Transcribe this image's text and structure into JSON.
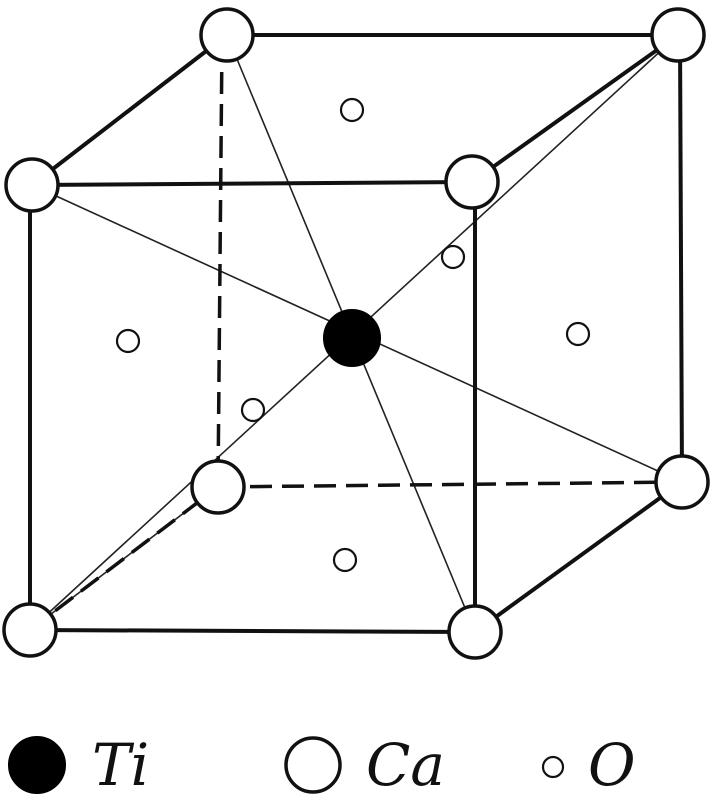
{
  "legend": [
    {
      "symbol": "filled-circle",
      "label": "Ti"
    },
    {
      "symbol": "large-open-circle",
      "label": "Ca"
    },
    {
      "symbol": "small-open-circle",
      "label": "O"
    }
  ]
}
